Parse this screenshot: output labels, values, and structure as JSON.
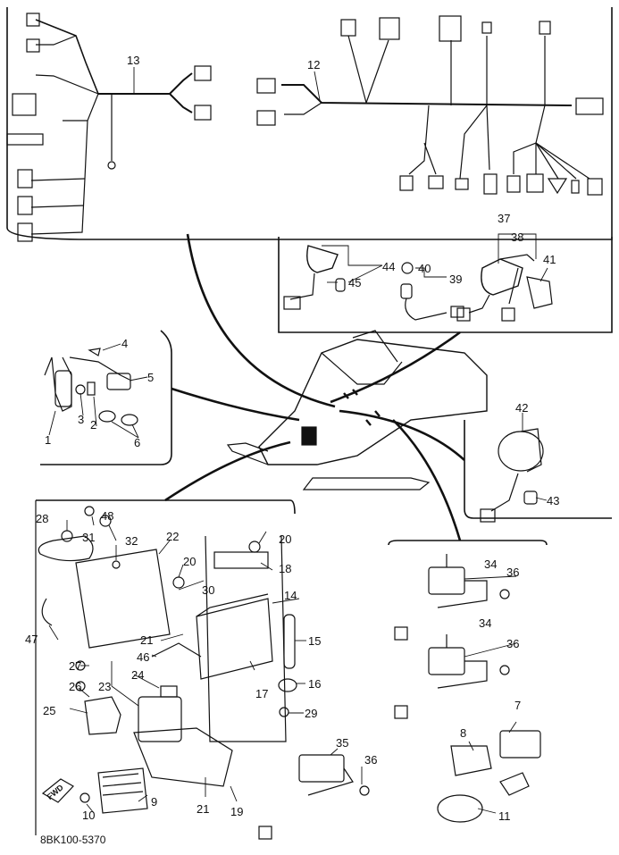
{
  "diagram": {
    "part_code": "8BK100-5370",
    "fwd_label": "FWD",
    "callouts": [
      {
        "id": "c1",
        "text": "1"
      },
      {
        "id": "c2",
        "text": "2"
      },
      {
        "id": "c3",
        "text": "3"
      },
      {
        "id": "c4",
        "text": "4"
      },
      {
        "id": "c5",
        "text": "5"
      },
      {
        "id": "c6",
        "text": "6"
      },
      {
        "id": "c7",
        "text": "7"
      },
      {
        "id": "c8",
        "text": "8"
      },
      {
        "id": "c9",
        "text": "9"
      },
      {
        "id": "c10",
        "text": "10"
      },
      {
        "id": "c11",
        "text": "11"
      },
      {
        "id": "c12",
        "text": "12"
      },
      {
        "id": "c13",
        "text": "13"
      },
      {
        "id": "c14",
        "text": "14"
      },
      {
        "id": "c15",
        "text": "15"
      },
      {
        "id": "c16",
        "text": "16"
      },
      {
        "id": "c17",
        "text": "17"
      },
      {
        "id": "c18",
        "text": "18"
      },
      {
        "id": "c19",
        "text": "19"
      },
      {
        "id": "c20a",
        "text": "20"
      },
      {
        "id": "c20b",
        "text": "20"
      },
      {
        "id": "c21",
        "text": "21"
      },
      {
        "id": "c22",
        "text": "22"
      },
      {
        "id": "c23",
        "text": "23"
      },
      {
        "id": "c24",
        "text": "24"
      },
      {
        "id": "c25",
        "text": "25"
      },
      {
        "id": "c26",
        "text": "26"
      },
      {
        "id": "c27",
        "text": "27"
      },
      {
        "id": "c28",
        "text": "28"
      },
      {
        "id": "c29",
        "text": "29"
      },
      {
        "id": "c30",
        "text": "30"
      },
      {
        "id": "c31",
        "text": "31"
      },
      {
        "id": "c32",
        "text": "32"
      },
      {
        "id": "c33",
        "text": "33"
      },
      {
        "id": "c34a",
        "text": "34"
      },
      {
        "id": "c34b",
        "text": "34"
      },
      {
        "id": "c35",
        "text": "35"
      },
      {
        "id": "c36a",
        "text": "36"
      },
      {
        "id": "c36b",
        "text": "36"
      },
      {
        "id": "c36c",
        "text": "36"
      },
      {
        "id": "c37",
        "text": "37"
      },
      {
        "id": "c38",
        "text": "38"
      },
      {
        "id": "c39",
        "text": "39"
      },
      {
        "id": "c40",
        "text": "40"
      },
      {
        "id": "c41",
        "text": "41"
      },
      {
        "id": "c42",
        "text": "42"
      },
      {
        "id": "c43",
        "text": "43"
      },
      {
        "id": "c44",
        "text": "44"
      },
      {
        "id": "c45",
        "text": "45"
      },
      {
        "id": "c46",
        "text": "46"
      },
      {
        "id": "c47",
        "text": "47"
      },
      {
        "id": "c48",
        "text": "48"
      }
    ]
  }
}
